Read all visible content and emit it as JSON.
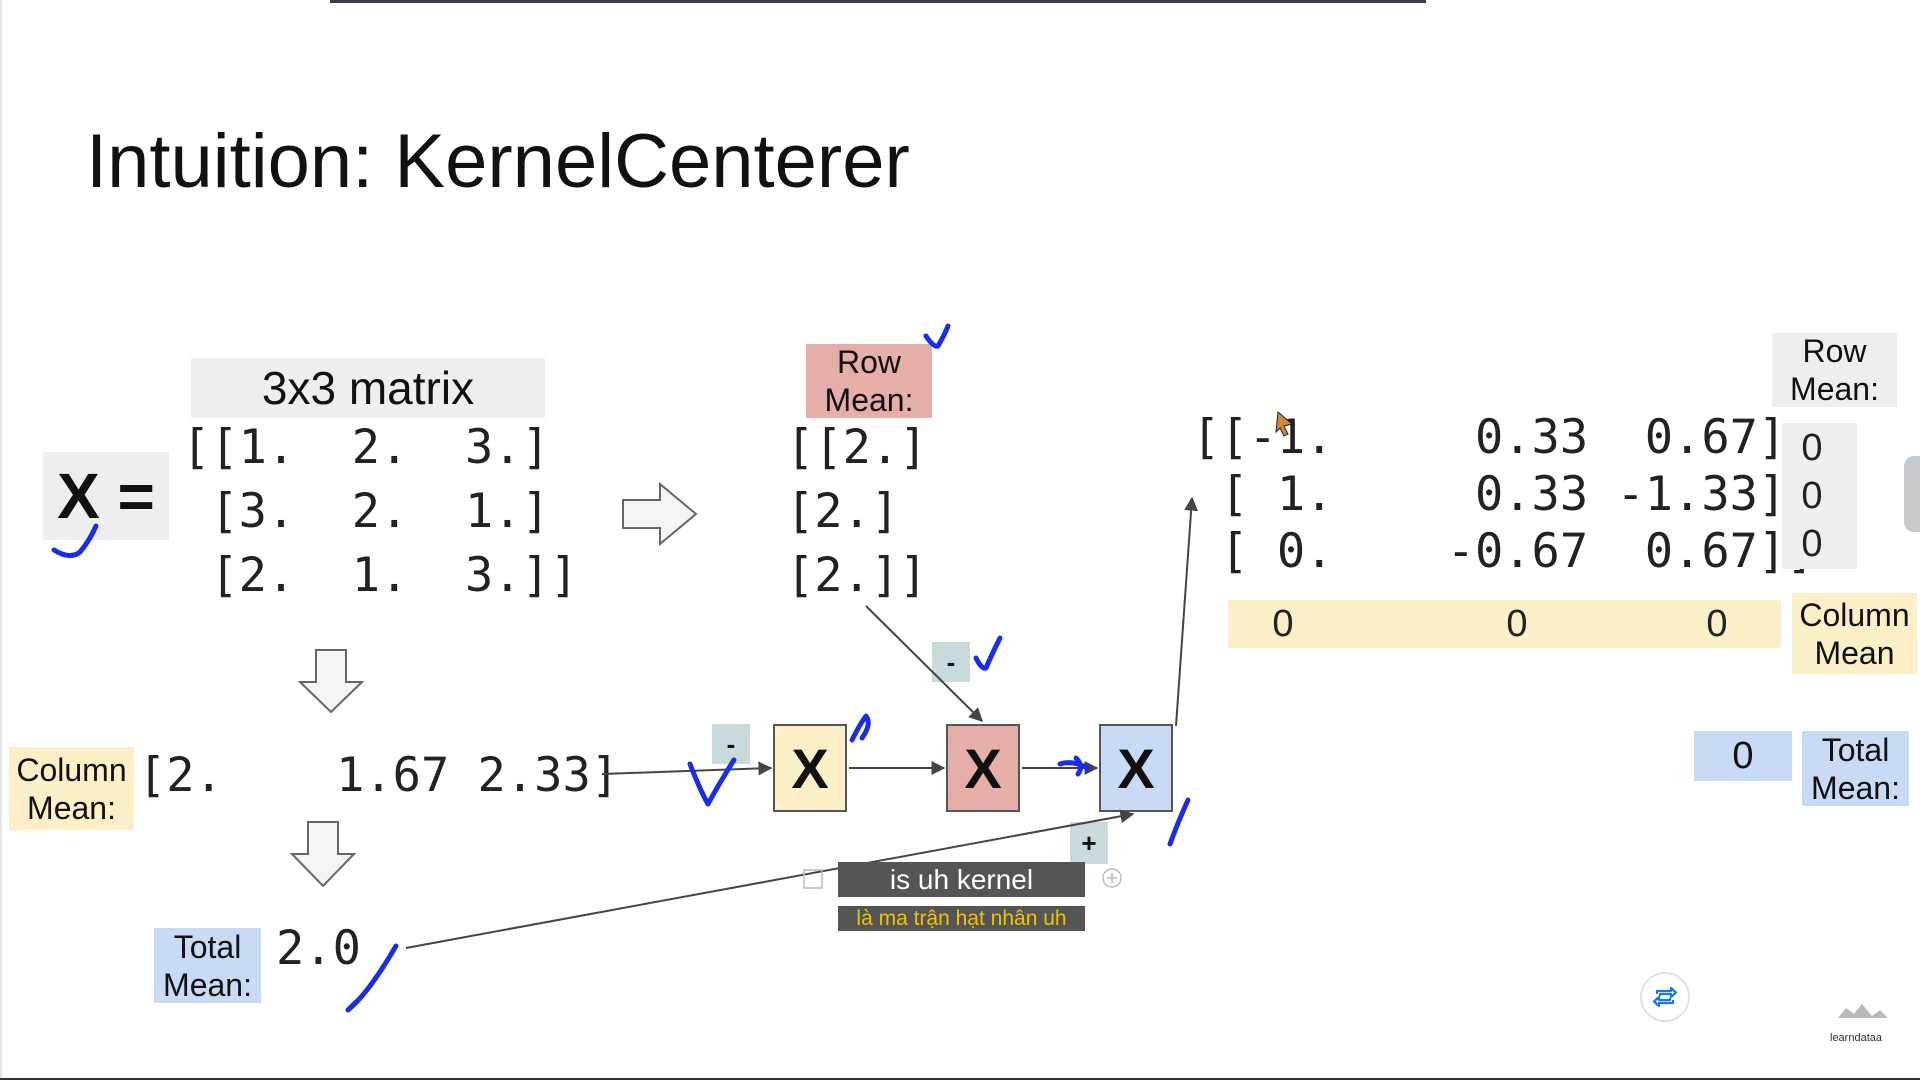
{
  "slide": {
    "title": "Intuition: KernelCenterer",
    "matrix_label": "3x3 matrix",
    "x_equals": "X =",
    "x_rows": [
      "[[1.  2.  3.]",
      " [3.  2.  1.]",
      " [2.  1.  3.]]"
    ],
    "row_mean_label": "Row Mean:",
    "row_mean_rows": [
      "[[2.]",
      "[2.]",
      "[2.]]"
    ],
    "column_mean_label": "Column Mean:",
    "column_mean_values": "[2.    1.67 2.33]",
    "total_mean_label": "Total Mean:",
    "total_mean_value": "2.0",
    "ops": {
      "minus_top": "-",
      "minus_left": "-",
      "plus": "+"
    },
    "x_node": "X",
    "result_rows": [
      "[[-1.     0.33  0.67]",
      " [ 1.     0.33 -1.33]",
      " [ 0.    -0.67  0.67]]"
    ],
    "result_row_mean_label": "Row Mean:",
    "result_row_means": [
      "0",
      "0",
      "0"
    ],
    "result_column_means": [
      "0",
      "0",
      "0"
    ],
    "result_column_mean_label": "Column Mean",
    "result_total_mean_value": "0",
    "result_total_mean_label": "Total Mean:"
  },
  "player": {
    "caption_en": "is uh kernel",
    "caption_vi": "là ma trận hạt nhân uh",
    "logo_text": "learndataa",
    "repeat_icon": "repeat-icon"
  },
  "colors": {
    "row_mean": "#e6aea8",
    "column_mean": "#fcefc7",
    "total_mean": "#c8daf4",
    "ink_blue": "#1a2ee6"
  }
}
